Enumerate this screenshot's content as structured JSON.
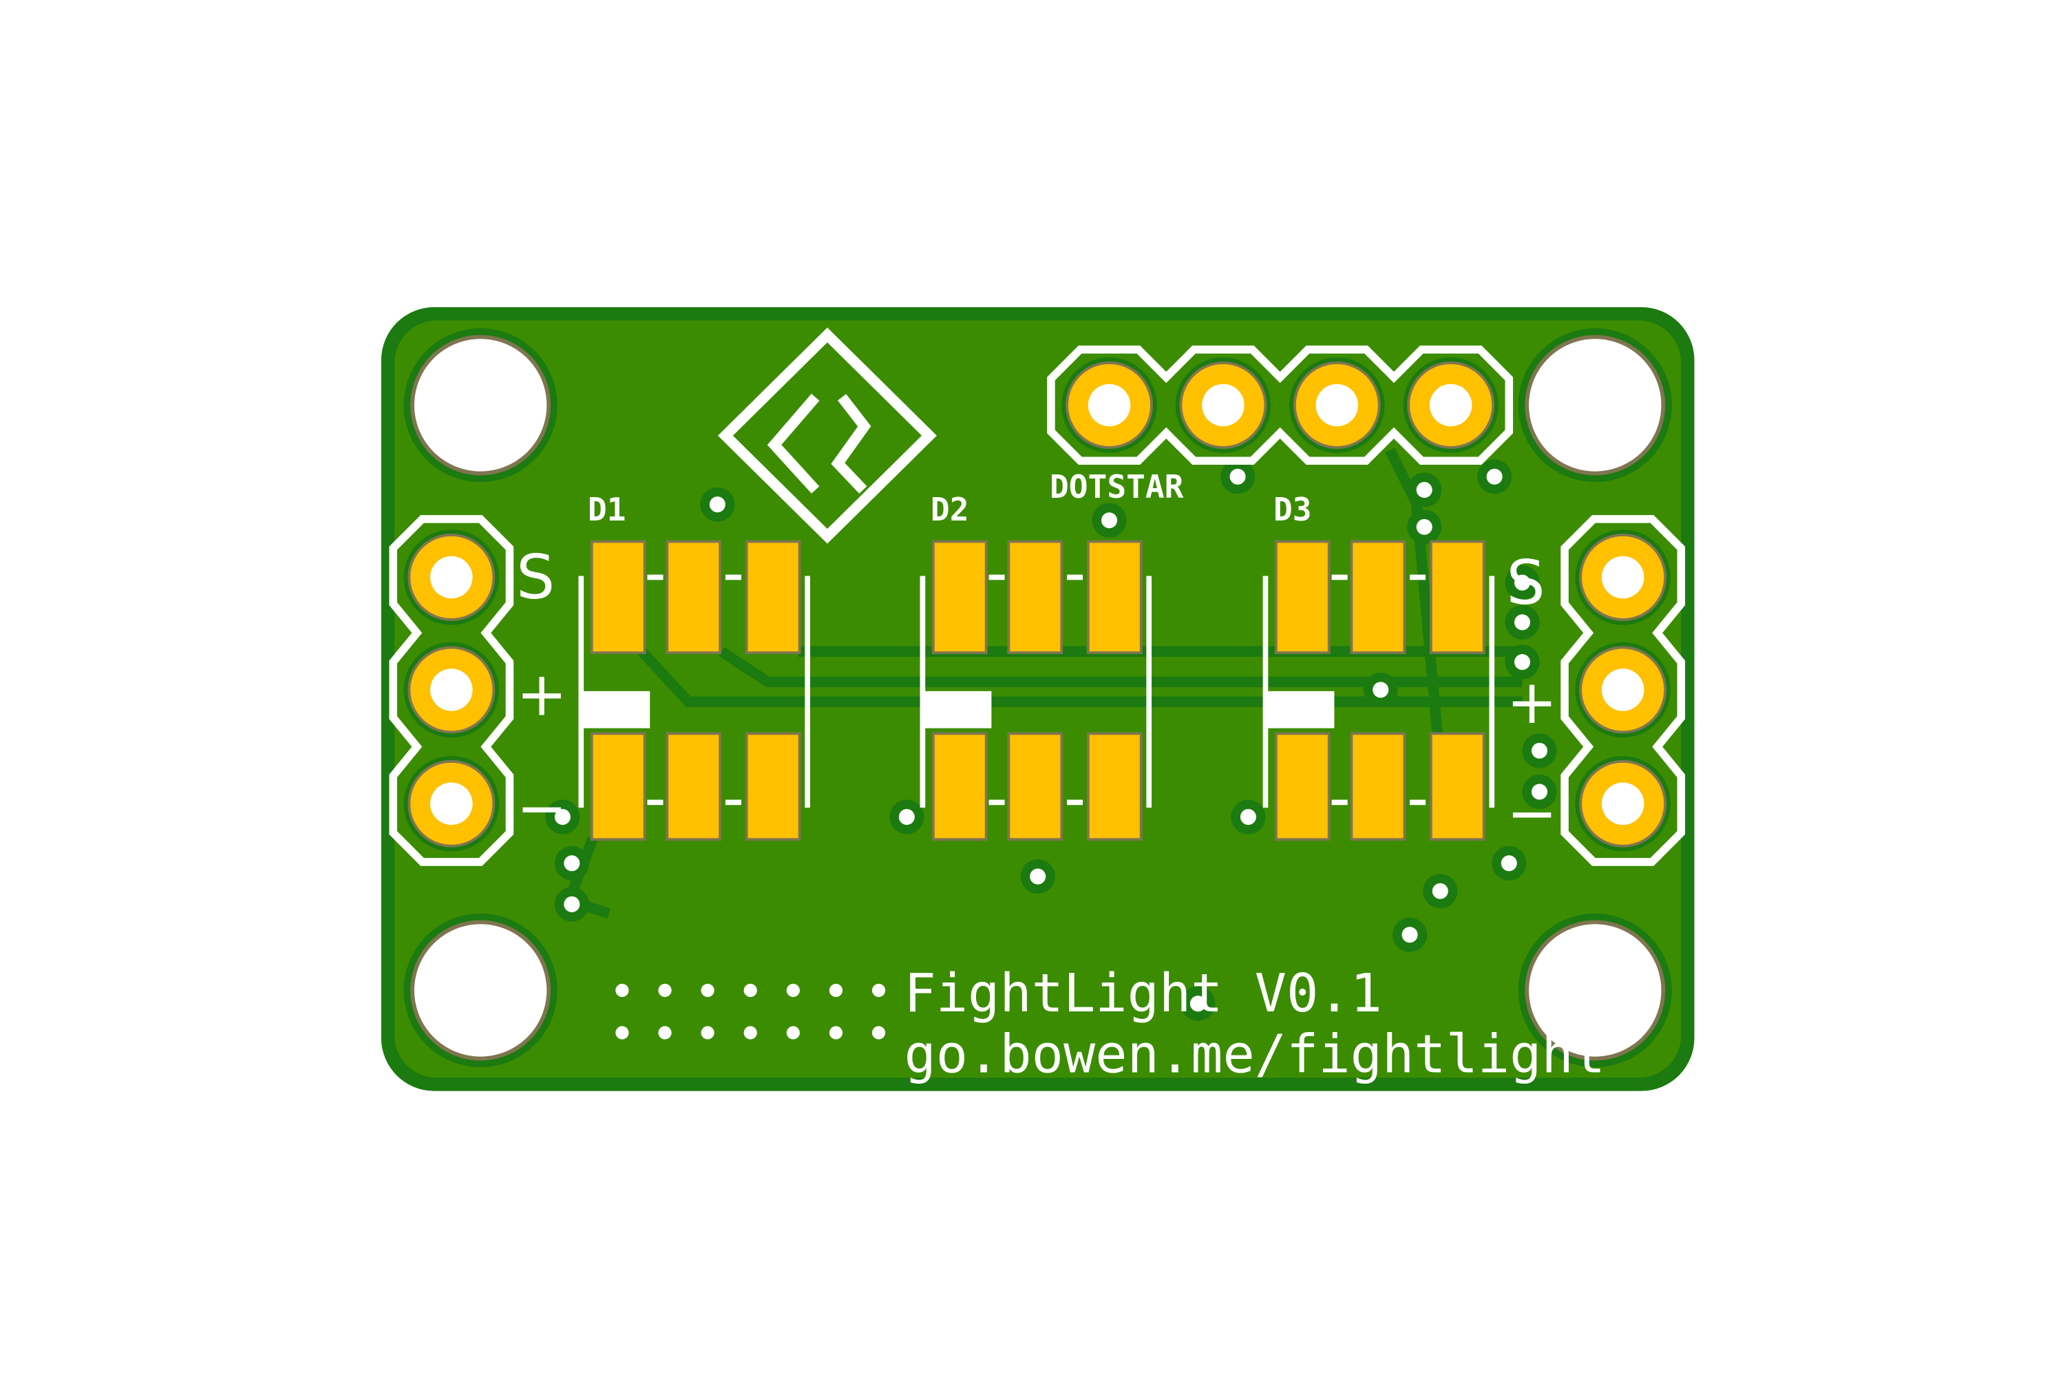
{
  "board": {
    "title_line": "FightLight V0.1",
    "url_line": "go.bowen.me/fightlight",
    "connector_label": "DOTSTAR",
    "left_labels": [
      "S",
      "+",
      "−"
    ],
    "right_labels": [
      "S",
      "+",
      "−"
    ],
    "leds": [
      {
        "ref": "D1"
      },
      {
        "ref": "D2"
      },
      {
        "ref": "D3"
      }
    ]
  },
  "colors": {
    "board_edge": "#1b7a10",
    "copper_pour": "#3b8c00",
    "pad": "#ffc000",
    "hole_rim": "#7f7550",
    "silkscreen": "#ffffff"
  }
}
